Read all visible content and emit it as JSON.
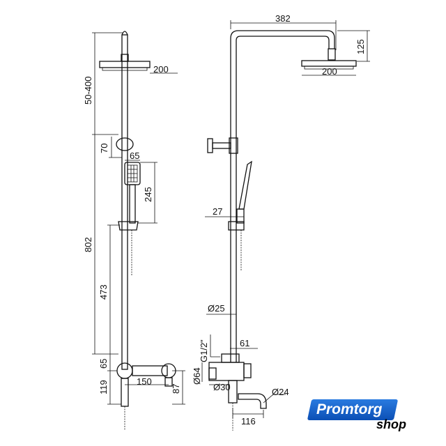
{
  "left_view": {
    "dims": {
      "head_width": "200",
      "head_adjust": "50-400",
      "holder_offset": "70",
      "hand_width": "65",
      "hand_length": "245",
      "total_height": "802",
      "slide_height": "473",
      "mixer_offset": "65",
      "mixer_height": "119",
      "mixer_width": "150",
      "spout_drop": "87"
    }
  },
  "right_view": {
    "dims": {
      "arm_length": "382",
      "arm_drop": "125",
      "head_width": "200",
      "holder_diameter": "27",
      "pipe_diameter": "Ø25",
      "thread": "G1/2\"",
      "connection_width": "61",
      "escutcheon_diameter": "Ø64",
      "mixer_diameter": "Ø30",
      "spout_diameter": "Ø24",
      "spout_reach": "116"
    }
  },
  "logo": {
    "brand": "Promtorg",
    "suffix": "shop",
    "colors": {
      "primary": "#0b4fb5",
      "accent": "#2a7be0"
    }
  }
}
